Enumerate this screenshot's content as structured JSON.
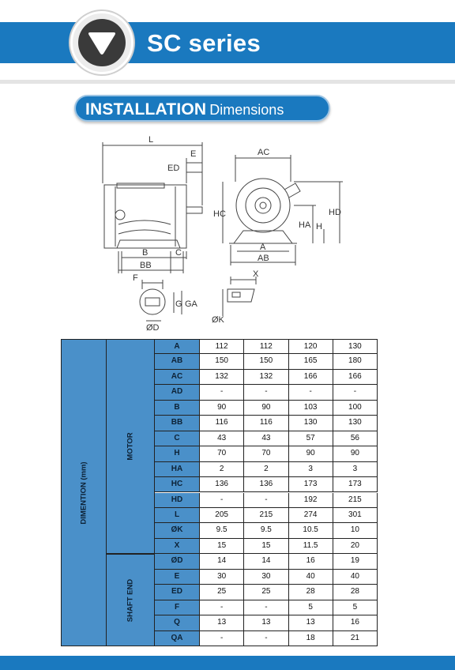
{
  "header": {
    "series_title": "SC series",
    "brand_color": "#1a79bf",
    "badge_icon": "down-triangle-icon"
  },
  "section": {
    "title_bold": "INSTALLATION",
    "title_light": "Dimensions"
  },
  "drawing_labels": {
    "L": "L",
    "E": "E",
    "ED": "ED",
    "AC": "AC",
    "HC": "HC",
    "HD": "HD",
    "HA": "HA",
    "H": "H",
    "A": "A",
    "AB": "AB",
    "B": "B",
    "BB": "BB",
    "C": "C",
    "F": "F",
    "X": "X",
    "GA": "GA",
    "G": "G",
    "OD": "ØD",
    "OK": "ØK"
  },
  "table": {
    "dimention_label": "DIMENTION (mm)",
    "groups": [
      {
        "label": "MOTOR",
        "rows": [
          {
            "param": "A",
            "values": [
              "112",
              "112",
              "120",
              "130"
            ]
          },
          {
            "param": "AB",
            "values": [
              "150",
              "150",
              "165",
              "180"
            ]
          },
          {
            "param": "AC",
            "values": [
              "132",
              "132",
              "166",
              "166"
            ]
          },
          {
            "param": "AD",
            "values": [
              "-",
              "-",
              "-",
              "-"
            ]
          },
          {
            "param": "B",
            "values": [
              "90",
              "90",
              "103",
              "100"
            ]
          },
          {
            "param": "BB",
            "values": [
              "116",
              "116",
              "130",
              "130"
            ]
          },
          {
            "param": "C",
            "values": [
              "43",
              "43",
              "57",
              "56"
            ]
          },
          {
            "param": "H",
            "values": [
              "70",
              "70",
              "90",
              "90"
            ]
          },
          {
            "param": "HA",
            "values": [
              "2",
              "2",
              "3",
              "3"
            ]
          },
          {
            "param": "HC",
            "values": [
              "136",
              "136",
              "173",
              "173"
            ]
          },
          {
            "param": "HD",
            "values": [
              "-",
              "-",
              "192",
              "215"
            ]
          },
          {
            "param": "L",
            "values": [
              "205",
              "215",
              "274",
              "301"
            ]
          },
          {
            "param": "ØK",
            "values": [
              "9.5",
              "9.5",
              "10.5",
              "10"
            ]
          },
          {
            "param": "X",
            "values": [
              "15",
              "15",
              "11.5",
              "20"
            ]
          }
        ]
      },
      {
        "label": "SHAFT END",
        "rows": [
          {
            "param": "ØD",
            "values": [
              "14",
              "14",
              "16",
              "19"
            ]
          },
          {
            "param": "E",
            "values": [
              "30",
              "30",
              "40",
              "40"
            ]
          },
          {
            "param": "ED",
            "values": [
              "25",
              "25",
              "28",
              "28"
            ]
          },
          {
            "param": "F",
            "values": [
              "-",
              "-",
              "5",
              "5"
            ]
          },
          {
            "param": "Q",
            "values": [
              "13",
              "13",
              "13",
              "16"
            ]
          },
          {
            "param": "QA",
            "values": [
              "-",
              "-",
              "18",
              "21"
            ]
          }
        ]
      }
    ]
  }
}
